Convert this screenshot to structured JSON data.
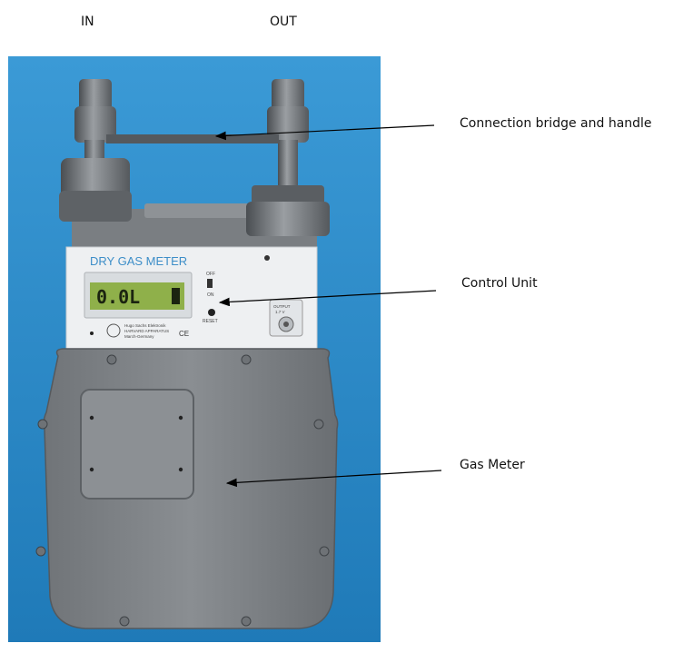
{
  "ports": {
    "inlet": "IN",
    "outlet": "OUT"
  },
  "callouts": {
    "bridge": "Connection bridge and handle",
    "control": "Control Unit",
    "meter": "Gas Meter"
  },
  "device": {
    "panel_title": "DRY GAS METER",
    "display_reading": "0.0L",
    "switch_off": "OFF",
    "switch_on": "ON",
    "reset_label": "RESET",
    "output_label": "OUTPUT",
    "output_voltage": "1.7 V",
    "manufacturer_line1": "Hugo Sachs Elektronik",
    "manufacturer_line2": "HARVARD APPARATUS",
    "manufacturer_line3": "March-Germany",
    "marks": "CE"
  },
  "colors": {
    "background_blue": "#2f8fcb",
    "meter_gray": "#808488",
    "panel_white": "#eef0f2",
    "lcd_green": "#8fb04a"
  }
}
